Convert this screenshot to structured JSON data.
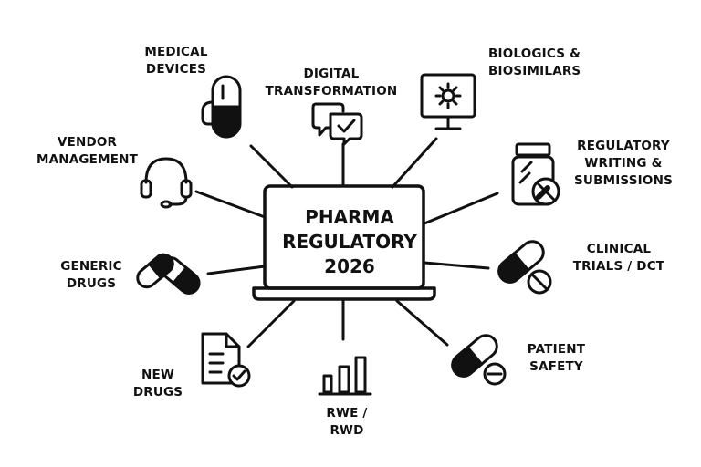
{
  "center": {
    "line1": "PHARMA",
    "line2": "REGULATORY",
    "line3": "2026"
  },
  "nodes": {
    "medical_devices": {
      "line1": "MEDICAL",
      "line2": "DEVICES",
      "icon": "pill-capsule-icon"
    },
    "digital_transformation": {
      "line1": "DIGITAL",
      "line2": "TRANSFORMATION",
      "icon": "chat-check-icon"
    },
    "biologics": {
      "line1": "BIOLOGICS &",
      "line2": "BIOSIMILARS",
      "icon": "monitor-gear-icon"
    },
    "vendor_management": {
      "line1": "VENDOR",
      "line2": "MANAGEMENT",
      "icon": "headset-icon"
    },
    "regulatory_writing": {
      "line1": "REGULATORY",
      "line2": "WRITING &",
      "line3": "SUBMISSIONS",
      "icon": "pill-bottle-icon"
    },
    "generic_drugs": {
      "line1": "GENERIC",
      "line2": "DRUGS",
      "icon": "capsules-icon"
    },
    "clinical_trials": {
      "line1": "CLINICAL",
      "line2": "TRIALS / DCT",
      "icon": "capsule-tablet-icon"
    },
    "new_drugs": {
      "line1": "NEW",
      "line2": "DRUGS",
      "icon": "document-check-icon"
    },
    "rwe_rwd": {
      "line1": "RWE /",
      "line2": "RWD",
      "icon": "bar-chart-icon"
    },
    "patient_safety": {
      "line1": "PATIENT",
      "line2": "SAFETY",
      "icon": "capsule-tablet-icon"
    }
  },
  "colors": {
    "ink": "#111111",
    "background": "#ffffff"
  }
}
